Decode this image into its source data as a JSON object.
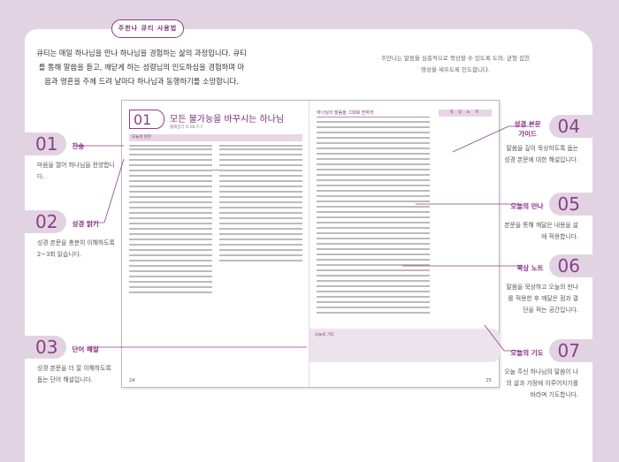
{
  "tag": "주한나 큐티 사용법",
  "intro": "큐티는 매일 하나님을 만나 하나님을 경험하는 삶의 과정입니다. 큐티를 통해 말씀을 듣고, 깨닫게 하는 성령님의 인도하심을 경험하며 마음과 영혼을 주께 드려 날마다 하나님과 동행하기를 소망합니다.",
  "intro_right": "주만나는 말씀을 심층적으로 묵상할 수 있도록 도와, 균형 잡힌 영성을 세우도록 인도합니다.",
  "steps": [
    {
      "num": "01",
      "title": "찬송",
      "desc": "마음을 열어 하나님을 찬양합니다."
    },
    {
      "num": "02",
      "title": "성경 읽기",
      "desc": "성경 본문을 충분히 이해하도록 2~3회 읽습니다."
    },
    {
      "num": "03",
      "title": "단어 해설",
      "desc": "성경 본문을 더 잘 이해하도록 돕는 단어 해설입니다."
    },
    {
      "num": "04",
      "title": "성경 본문 가이드",
      "desc": "말씀을 깊이 묵상하도록 돕는 성경 본문에 대한 해설입니다."
    },
    {
      "num": "05",
      "title": "오늘의 만나",
      "desc": "본문을 통해 깨달은 내용을 삶에 적용합니다."
    },
    {
      "num": "06",
      "title": "묵상 노트",
      "desc": "말씀을 묵상하고 오늘의 만나를 적용한 후 깨달은 점과 결단을 적는 공간입니다."
    },
    {
      "num": "07",
      "title": "오늘의 기도",
      "desc": "오늘 주신 하나님의 말씀이 나의 삶과 가정에 이루어지기를 바라며 기도합니다."
    }
  ],
  "book": {
    "day": "01",
    "title": "모든 불가능을 바꾸시는 하나님",
    "subtitle": "출애굽기 6:28-7:7",
    "section": "오늘의 본문",
    "guide_head": "하나님의 말씀을 그대로 전하라",
    "note_label": "묵 상 노 트",
    "prayer_label": "오늘의 기도",
    "page_left": "24",
    "page_right": "25"
  }
}
